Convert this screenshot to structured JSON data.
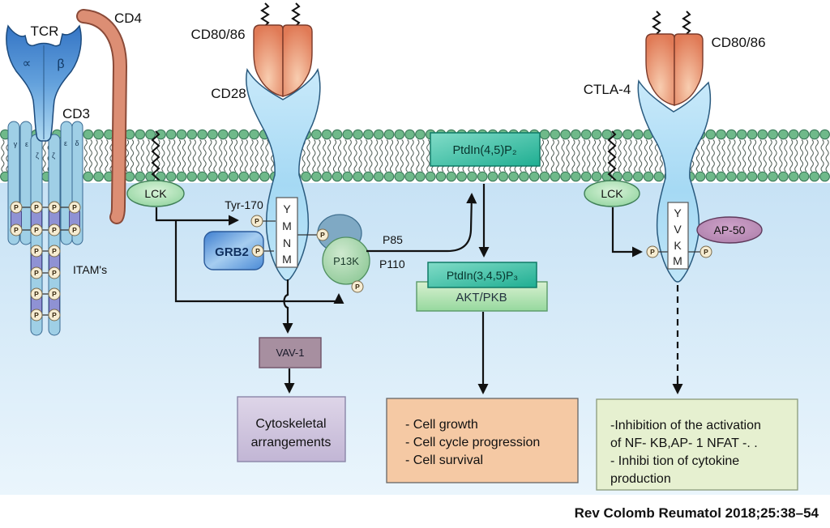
{
  "figure": {
    "citation": "Rev Colomb Reumatol 2018;25:38–54",
    "p_label": "P"
  },
  "tcr_complex": {
    "tcr": "TCR",
    "cd4": "CD4",
    "cd3": "CD3",
    "alpha": "∝",
    "beta": "β",
    "chains": [
      "γ",
      "ε",
      "ζ",
      "ζ",
      "ε",
      "δ"
    ],
    "itams": "ITAM's"
  },
  "cd28_pathway": {
    "cd80_86": "CD80/86",
    "cd28": "CD28",
    "lck": "LCK",
    "tyr170": "Tyr-170",
    "grb2": "GRB2",
    "motif": [
      "Y",
      "M",
      "N",
      "M"
    ],
    "p13k": "P13K",
    "p85": "P85",
    "p110": "P110",
    "ptdin45p2": "PtdIn(4,5)P₂",
    "ptdin345p3": "PtdIn(3,4,5)P₃",
    "akt": "AKT/PKB",
    "vav1": "VAV-1",
    "cytoskeletal": [
      "Cytoskeletal",
      "arrangements"
    ],
    "outcomes": [
      "- Cell growth",
      "- Cell cycle progression",
      "- Cell survival"
    ]
  },
  "ctla4_pathway": {
    "cd80_86": "CD80/86",
    "ctla4": "CTLA-4",
    "lck": "LCK",
    "ap50": "AP-50",
    "motif": [
      "Y",
      "V",
      "K",
      "M"
    ],
    "outcomes": [
      "-Inhibition of the activation",
      "of NF- KB,AP- 1 NFAT -. .",
      "- Inhibi tion of cytokine",
      "production"
    ]
  },
  "colors": {
    "membrane_head": "#6fb98a",
    "receptor_blue": "#a9dcf5",
    "ligand_salmon": "#e8906d",
    "teal": "#2fbfa4",
    "outcome_orange": "#f5c9a4",
    "outcome_green": "#e6f0d0"
  }
}
